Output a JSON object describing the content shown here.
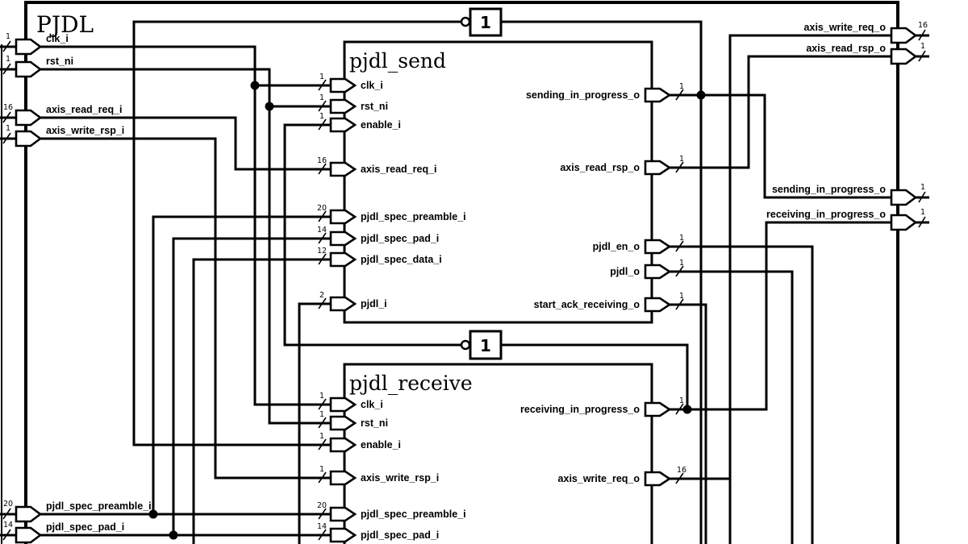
{
  "outer": {
    "title": "PJDL",
    "inputs": [
      {
        "label": "clk_i",
        "width": "1"
      },
      {
        "label": "rst_ni",
        "width": "1"
      },
      {
        "label": "axis_read_req_i",
        "width": "16"
      },
      {
        "label": "axis_write_rsp_i",
        "width": "1"
      },
      {
        "label": "pjdl_spec_preamble_i",
        "width": "20"
      },
      {
        "label": "pjdl_spec_pad_i",
        "width": "14"
      }
    ],
    "outputs": [
      {
        "label": "axis_write_req_o",
        "width": "16"
      },
      {
        "label": "axis_read_rsp_o",
        "width": "1"
      },
      {
        "label": "sending_in_progress_o",
        "width": "1"
      },
      {
        "label": "receiving_in_progress_o",
        "width": "1"
      }
    ]
  },
  "send": {
    "title": "pjdl_send",
    "inputs": [
      {
        "label": "clk_i",
        "width": "1"
      },
      {
        "label": "rst_ni",
        "width": "1"
      },
      {
        "label": "enable_i",
        "width": "1"
      },
      {
        "label": "axis_read_req_i",
        "width": "16"
      },
      {
        "label": "pjdl_spec_preamble_i",
        "width": "20"
      },
      {
        "label": "pjdl_spec_pad_i",
        "width": "14"
      },
      {
        "label": "pjdl_spec_data_i",
        "width": "12"
      },
      {
        "label": "pjdl_i",
        "width": "2"
      }
    ],
    "outputs": [
      {
        "label": "sending_in_progress_o",
        "width": "1"
      },
      {
        "label": "axis_read_rsp_o",
        "width": "1"
      },
      {
        "label": "pjdl_en_o",
        "width": "1"
      },
      {
        "label": "pjdl_o",
        "width": "1"
      },
      {
        "label": "start_ack_receiving_o",
        "width": "1"
      }
    ]
  },
  "receive": {
    "title": "pjdl_receive",
    "inputs": [
      {
        "label": "clk_i",
        "width": "1"
      },
      {
        "label": "rst_ni",
        "width": "1"
      },
      {
        "label": "enable_i",
        "width": "1"
      },
      {
        "label": "axis_write_rsp_i",
        "width": "1"
      },
      {
        "label": "pjdl_spec_preamble_i",
        "width": "20"
      },
      {
        "label": "pjdl_spec_pad_i",
        "width": "14"
      }
    ],
    "outputs": [
      {
        "label": "receiving_in_progress_o",
        "width": "1"
      },
      {
        "label": "axis_write_req_o",
        "width": "16"
      }
    ]
  },
  "inverters": [
    {
      "label": "1"
    },
    {
      "label": "1"
    }
  ],
  "colors": {
    "wire": "#000000",
    "background": "#ffffff",
    "port_fill": "#ffffff"
  }
}
